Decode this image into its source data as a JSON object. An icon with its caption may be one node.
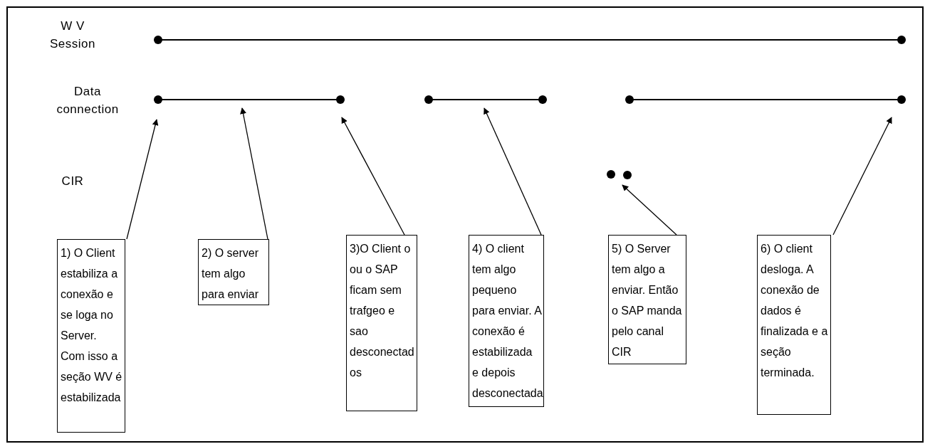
{
  "diagram": {
    "nodes": [
      {
        "text": [
          "1) O Client estabiliza a conexão e se loga no Server.",
          "Com isso a seção WV é estabilizada"
        ]
      },
      {
        "text": [
          "2) O server tem algo para enviar"
        ]
      },
      {
        "text": [
          "3)O Client o ou o SAP ficam sem trafgeo e sao desconectad os"
        ]
      },
      {
        "text": [
          "4) O client tem algo pequeno para enviar. A conexão é estabilizada e depois desconectada"
        ]
      },
      {
        "text": [
          "5) O Server tem algo a enviar. Então o SAP manda pelo canal CIR"
        ]
      },
      {
        "text": [
          "6) O client desloga. A conexão de dados é finalizada e a seção terminada."
        ]
      }
    ],
    "edges": [
      {
        "from": 0,
        "to": null,
        "arrow": "to"
      },
      {
        "from": 1,
        "to": null,
        "arrow": "to"
      },
      {
        "from": 2,
        "to": null,
        "arrow": "to"
      },
      {
        "from": 3,
        "to": null,
        "arrow": "to"
      },
      {
        "from": 4,
        "to": null,
        "arrow": "to"
      },
      {
        "from": 5,
        "to": null,
        "arrow": "to"
      }
    ],
    "labels": [
      "W V Session",
      "Data connection",
      "CIR"
    ]
  }
}
